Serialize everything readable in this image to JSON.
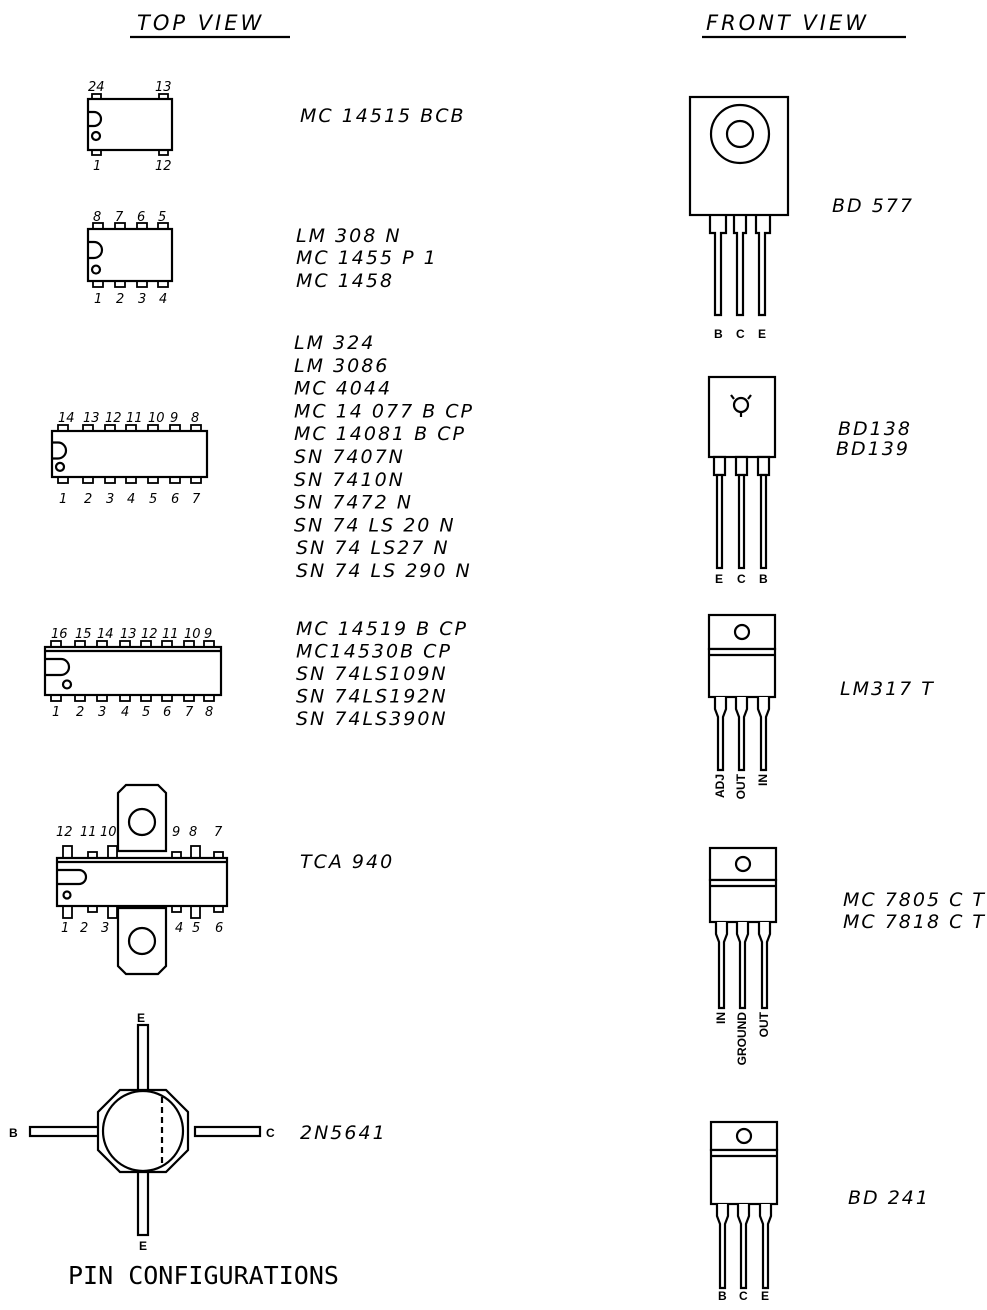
{
  "headings": {
    "top_view": "TOP VIEW",
    "front_view": "FRONT VIEW"
  },
  "footer": "PIN CONFIGURATIONS",
  "top_view": {
    "dip24": {
      "pins_top": [
        "24",
        "13"
      ],
      "pins_bottom": [
        "1",
        "12"
      ],
      "parts": [
        "MC 14515   BCB"
      ]
    },
    "dip8": {
      "pins_top": [
        "8",
        "7",
        "6",
        "5"
      ],
      "pins_bottom": [
        "1",
        "2",
        "3",
        "4"
      ],
      "parts": [
        "LM 308 N",
        "MC  1455   P 1",
        "MC  1458"
      ]
    },
    "dip14": {
      "pins_top": [
        "14",
        "13",
        "12",
        "11",
        "10",
        "9",
        "8"
      ],
      "pins_bottom": [
        "1",
        "2",
        "3",
        "4",
        "5",
        "6",
        "7"
      ],
      "parts": [
        "LM 324",
        "LM 3086",
        "MC 4044",
        "MC 14 077 B    CP",
        "MC  14081  B    CP",
        "SN 7407N",
        "SN  7410N",
        "SN 7472 N",
        "SN 74 LS 20 N",
        "SN 74 LS27 N",
        "SN 74  LS 290 N"
      ]
    },
    "dip16": {
      "pins_top": [
        "16",
        "15",
        "14",
        "13",
        "12",
        "11",
        "10",
        "9"
      ],
      "pins_bottom": [
        "1",
        "2",
        "3",
        "4",
        "5",
        "6",
        "7",
        "8"
      ],
      "parts": [
        "MC 14519 B    CP",
        "MC14530B    CP",
        "SN 74LS109N",
        "SN 74LS192N",
        "SN 74LS390N"
      ]
    },
    "tca": {
      "pins_top": [
        "12",
        "11",
        "10",
        "9",
        "8",
        "7"
      ],
      "pins_bottom": [
        "1",
        "2",
        "3",
        "4",
        "5",
        "6"
      ],
      "parts": [
        "TCA  940"
      ]
    },
    "to_can": {
      "leads": {
        "top": "E",
        "left": "B",
        "right": "C",
        "bottom": "E"
      },
      "parts": [
        "2N5641"
      ]
    }
  },
  "front_view": {
    "bd577": {
      "leads": [
        "B",
        "C",
        "E"
      ],
      "parts": [
        "BD 577"
      ]
    },
    "bd138": {
      "leads": [
        "E",
        "C",
        "B"
      ],
      "parts": [
        "BD138",
        "BD139"
      ]
    },
    "lm317": {
      "leads": [
        "ADJ",
        "OUT",
        "IN"
      ],
      "parts": [
        "LM317 T"
      ]
    },
    "mc78": {
      "leads": [
        "IN",
        "GROUND",
        "OUT"
      ],
      "parts": [
        "MC 7805 C T",
        "MC 7818 C T"
      ]
    },
    "bd241": {
      "leads": [
        "B",
        "C",
        "E"
      ],
      "parts": [
        "BD 241"
      ]
    }
  }
}
